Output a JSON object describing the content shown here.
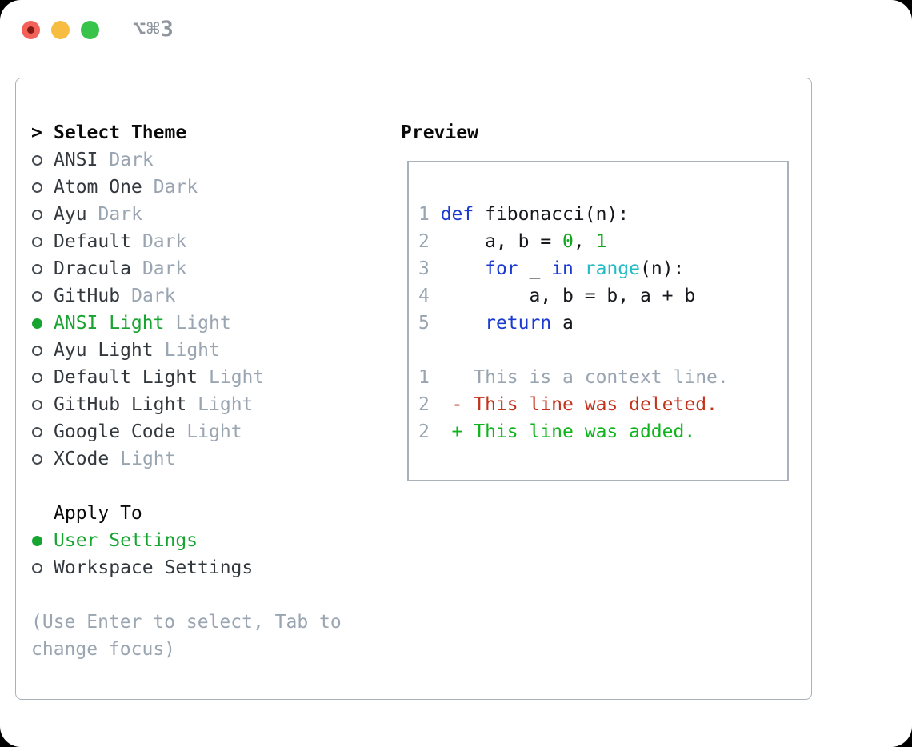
{
  "window": {
    "title": "⌥⌘3"
  },
  "theme_panel": {
    "header": {
      "prefix": ">",
      "label": "Select Theme"
    },
    "items": [
      {
        "name": "ANSI",
        "variant": "Dark",
        "selected": false
      },
      {
        "name": "Atom One",
        "variant": "Dark",
        "selected": false
      },
      {
        "name": "Ayu",
        "variant": "Dark",
        "selected": false
      },
      {
        "name": "Default",
        "variant": "Dark",
        "selected": false
      },
      {
        "name": "Dracula",
        "variant": "Dark",
        "selected": false
      },
      {
        "name": "GitHub",
        "variant": "Dark",
        "selected": false
      },
      {
        "name": "ANSI Light",
        "variant": "Light",
        "selected": true
      },
      {
        "name": "Ayu Light",
        "variant": "Light",
        "selected": false
      },
      {
        "name": "Default Light",
        "variant": "Light",
        "selected": false
      },
      {
        "name": "GitHub Light",
        "variant": "Light",
        "selected": false
      },
      {
        "name": "Google Code",
        "variant": "Light",
        "selected": false
      },
      {
        "name": "XCode",
        "variant": "Light",
        "selected": false
      }
    ],
    "apply_to": {
      "label": "Apply To",
      "options": [
        {
          "name": "User Settings",
          "selected": true
        },
        {
          "name": "Workspace Settings",
          "selected": false
        }
      ]
    },
    "hint_line1": "(Use Enter to select, Tab to",
    "hint_line2": "change focus)"
  },
  "preview": {
    "label": "Preview",
    "code_lines": [
      {
        "num": "1",
        "tokens": [
          {
            "t": "def",
            "c": "kw"
          },
          {
            "t": " fibonacci(n):",
            "c": "tx"
          }
        ]
      },
      {
        "num": "2",
        "tokens": [
          {
            "t": "    a, b = ",
            "c": "tx"
          },
          {
            "t": "0",
            "c": "num"
          },
          {
            "t": ", ",
            "c": "tx"
          },
          {
            "t": "1",
            "c": "num"
          }
        ]
      },
      {
        "num": "3",
        "tokens": [
          {
            "t": "    ",
            "c": "tx"
          },
          {
            "t": "for",
            "c": "kw"
          },
          {
            "t": " _ ",
            "c": "tx"
          },
          {
            "t": "in",
            "c": "kw"
          },
          {
            "t": " ",
            "c": "tx"
          },
          {
            "t": "range",
            "c": "fn"
          },
          {
            "t": "(n):",
            "c": "tx"
          }
        ]
      },
      {
        "num": "4",
        "tokens": [
          {
            "t": "        a, b = b, a + b",
            "c": "tx"
          }
        ]
      },
      {
        "num": "5",
        "tokens": [
          {
            "t": "    ",
            "c": "tx"
          },
          {
            "t": "return",
            "c": "kw"
          },
          {
            "t": " a",
            "c": "tx"
          }
        ]
      }
    ],
    "diff_lines": [
      {
        "num": "1",
        "tokens": [
          {
            "t": "   This is a context line.",
            "c": "ctx"
          }
        ]
      },
      {
        "num": "2",
        "tokens": [
          {
            "t": " - This line was deleted.",
            "c": "del"
          }
        ]
      },
      {
        "num": "2",
        "tokens": [
          {
            "t": " + This line was added.",
            "c": "add"
          }
        ]
      }
    ]
  },
  "colors": {
    "tx": "#16181d",
    "kw": "#1b3ad2",
    "fn": "#23bcc6",
    "num": "#13a31d",
    "ctx": "#9aa5b2",
    "del": "#c2331c",
    "add": "#0db41b",
    "muted": "#9aa5b2",
    "green": "#17a431",
    "text": "#33383e",
    "heading": "#0a0a0a",
    "border": "#a9b1bb",
    "title": "#8f969e",
    "tlred": "#f4615a",
    "tlreddot": "#851a13",
    "tlyellow": "#f6bd41",
    "tlgreen": "#38c44a"
  }
}
